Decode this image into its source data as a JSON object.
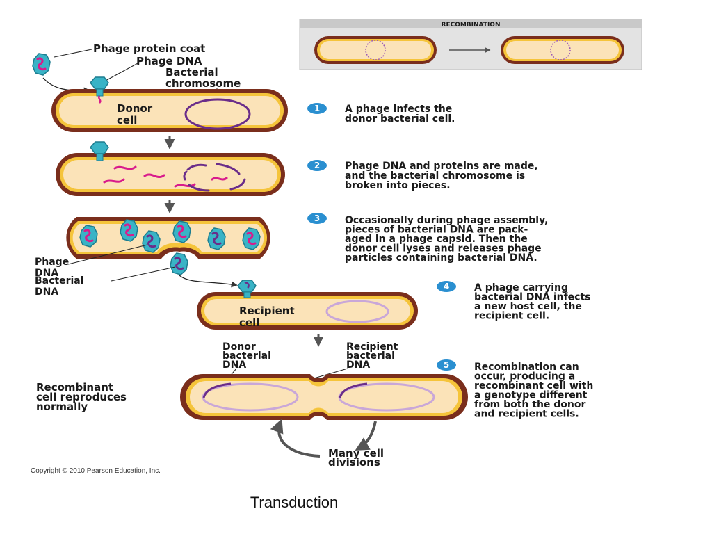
{
  "recombination_panel": {
    "title": "RECOMBINATION"
  },
  "labels": {
    "phage_protein_coat": "Phage protein coat",
    "phage_dna": "Phage DNA",
    "bacterial_chromosome": [
      "Bacterial",
      "chromosome"
    ],
    "donor_cell": [
      "Donor",
      "cell"
    ],
    "phage_dna_2": [
      "Phage",
      "DNA"
    ],
    "bacterial_dna_2": [
      "Bacterial",
      "DNA"
    ],
    "recipient_cell": [
      "Recipient",
      "cell"
    ],
    "donor_bacterial_dna": [
      "Donor",
      "bacterial",
      "DNA"
    ],
    "recipient_bacterial_dna": [
      "Recipient",
      "bacterial",
      "DNA"
    ],
    "recombinant_cell": [
      "Recombinant",
      "cell reproduces",
      "normally"
    ],
    "many_cell_divisions": [
      "Many cell",
      "divisions"
    ]
  },
  "steps": [
    {
      "number": "1",
      "lines": [
        "A phage infects the",
        "donor bacterial cell."
      ]
    },
    {
      "number": "2",
      "lines": [
        "Phage DNA and proteins are made,",
        "and the bacterial chromosome is",
        "broken into pieces."
      ]
    },
    {
      "number": "3",
      "lines": [
        "Occasionally during phage assembly,",
        "pieces of bacterial DNA are pack-",
        "aged in a phage capsid. Then the",
        "donor cell lyses and releases phage",
        "particles containing bacterial DNA."
      ]
    },
    {
      "number": "4",
      "lines": [
        "A phage carrying",
        "bacterial DNA infects",
        "a new host cell, the",
        "recipient cell."
      ]
    },
    {
      "number": "5",
      "lines": [
        "Recombination can",
        "occur, producing a",
        "recombinant cell with",
        "a genotype different",
        "from both the donor",
        "and recipient cells."
      ]
    }
  ],
  "copyright": "Copyright © 2010 Pearson Education, Inc.",
  "caption": "Transduction",
  "colors": {
    "cell_outer": "#7a2e1c",
    "cell_yellow": "#f5c43a",
    "cell_inner": "#fbe3b8",
    "chromosome": "#6a2d8a",
    "phage_dna": "#d81b8c",
    "phage_head": "#39b3c6",
    "step_badge": "#2a8fd0",
    "arrow": "#555555"
  }
}
